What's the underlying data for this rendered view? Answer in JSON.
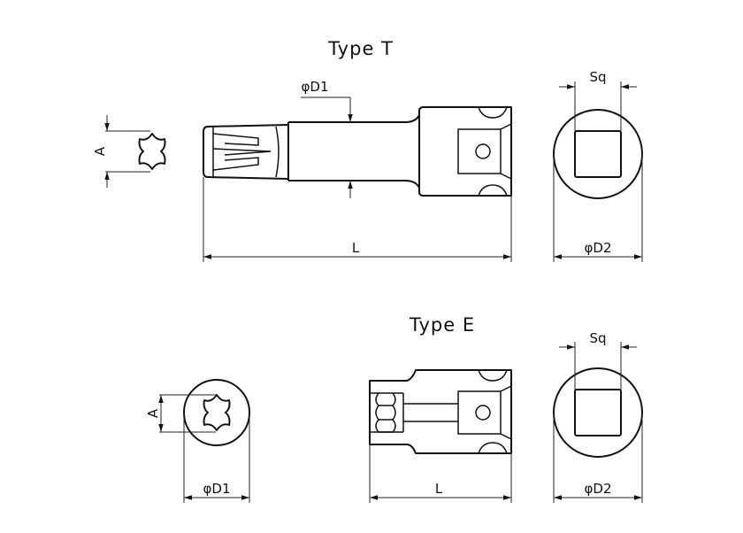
{
  "type_t": {
    "title": "Type T",
    "label_d1": "φD1",
    "label_a": "A",
    "label_l": "L",
    "label_sq": "Sq",
    "label_d2": "φD2"
  },
  "type_e": {
    "title": "Type E",
    "label_a": "A",
    "label_d1": "φD1",
    "label_l": "L",
    "label_sq": "Sq",
    "label_d2": "φD2"
  }
}
